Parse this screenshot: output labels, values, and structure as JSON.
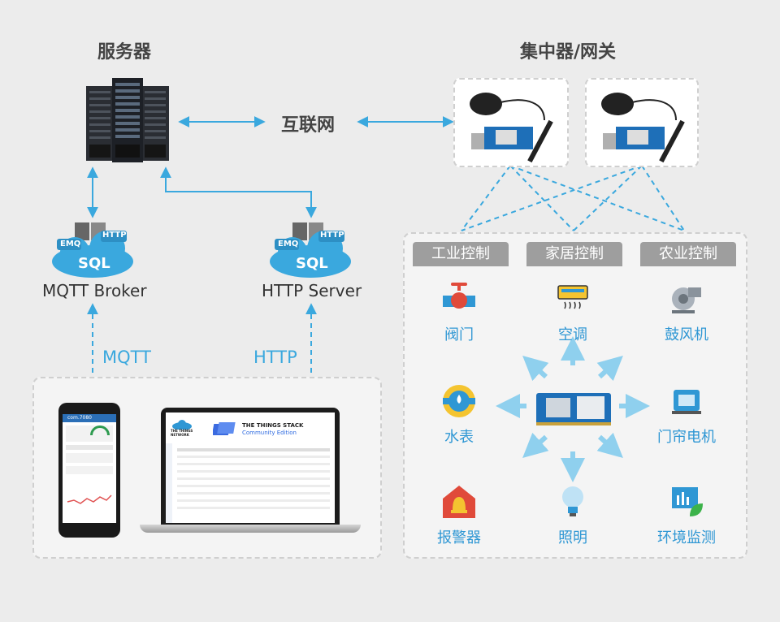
{
  "titles": {
    "server": "服务器",
    "gateway": "集中器/网关",
    "internet": "互联网"
  },
  "nodes": {
    "mqtt_broker": "MQTT Broker",
    "http_server": "HTTP Server",
    "emq_tag": "EMQ",
    "http_tag": "HTTP",
    "sql_tag": "SQL"
  },
  "protocols": {
    "mqtt": "MQTT",
    "http": "HTTP"
  },
  "categories": [
    "工业控制",
    "家居控制",
    "农业控制"
  ],
  "devices": {
    "valve": "阀门",
    "ac": "空调",
    "blower": "鼓风机",
    "water_meter": "水表",
    "curtain_motor": "门帘电机",
    "alarm": "报警器",
    "lighting": "照明",
    "env_monitor": "环境监测"
  },
  "laptop": {
    "brand_top": "THE THINGS",
    "brand_bottom": "NETWORK",
    "stack_title": "THE THINGS STACK",
    "stack_sub": "Community Edition"
  },
  "phone": {
    "header": "com.7080"
  },
  "colors": {
    "accent": "#3aa8de",
    "tab_gray": "#9e9e9e",
    "label_blue": "#2f97d4"
  }
}
